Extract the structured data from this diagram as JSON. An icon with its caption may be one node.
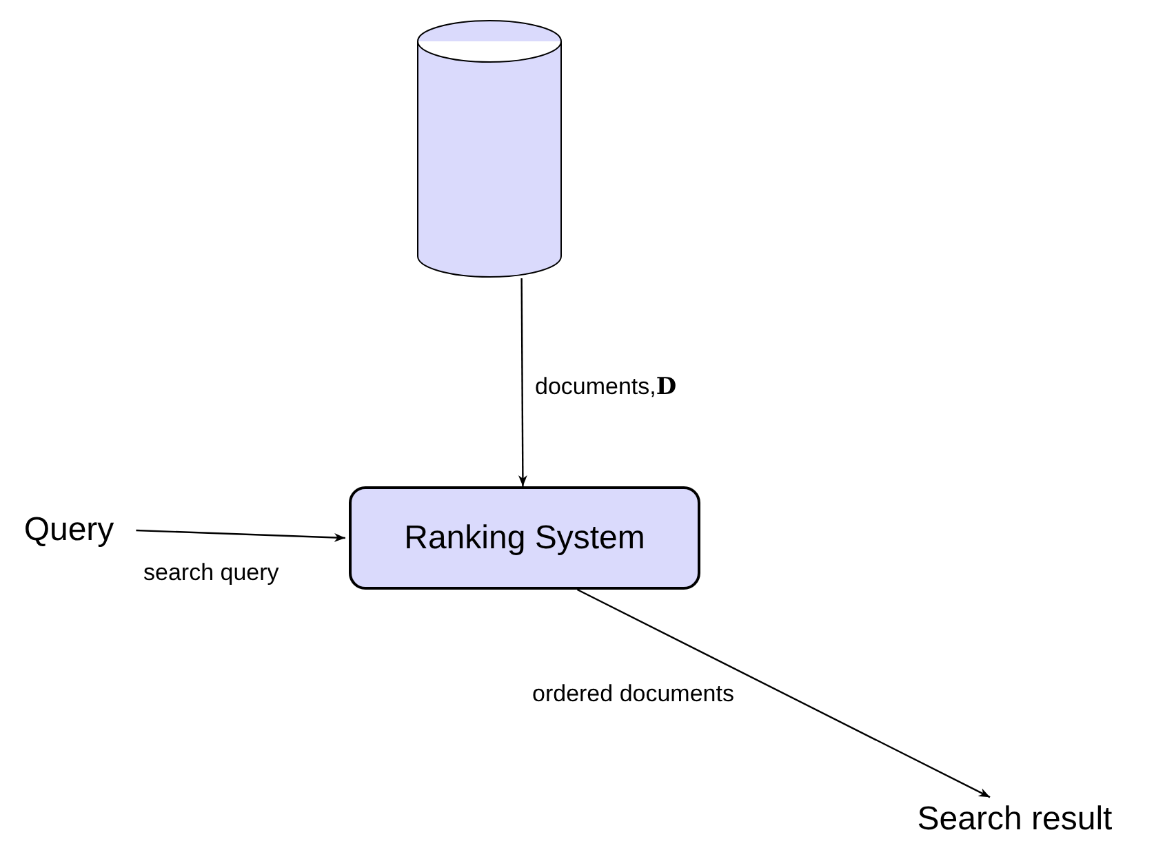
{
  "diagram": {
    "nodes": [
      {
        "text": [],
        "shape": "cylinder"
      },
      {
        "text": [
          "Query"
        ]
      },
      {
        "text": [
          "Ranking System"
        ]
      },
      {
        "text": [
          "Search result"
        ]
      }
    ],
    "edges": [
      {
        "from": 0,
        "to": 2,
        "arrow": "to",
        "label": "documents,**D**"
      },
      {
        "from": 1,
        "to": 2,
        "arrow": "to",
        "label": "search query"
      },
      {
        "from": 2,
        "to": 3,
        "arrow": "to",
        "label": "ordered documents"
      }
    ]
  }
}
